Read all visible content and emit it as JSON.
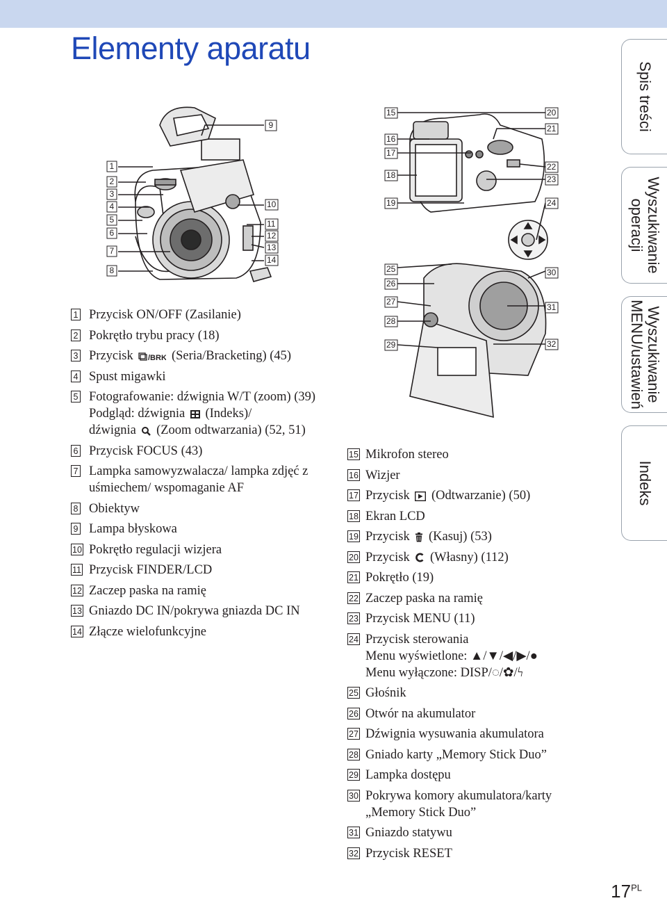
{
  "header": {
    "title": "Elementy aparatu"
  },
  "figure_labels_front": [
    "1",
    "2",
    "3",
    "4",
    "5",
    "6",
    "7",
    "8",
    "9",
    "10",
    "11",
    "12",
    "13",
    "14"
  ],
  "figure_labels_back": [
    "15",
    "16",
    "17",
    "18",
    "19",
    "20",
    "21",
    "22",
    "23",
    "24",
    "25",
    "26",
    "27",
    "28",
    "29",
    "30",
    "31",
    "32"
  ],
  "left_list": [
    {
      "num": "1",
      "text": "Przycisk ON/OFF (Zasilanie)"
    },
    {
      "num": "2",
      "text": "Pokrętło trybu pracy (18)"
    },
    {
      "num": "3",
      "text_before": "Przycisk",
      "text": "(Seria/Bracketing) (45)",
      "icon": "burst-bracket-icon"
    },
    {
      "num": "4",
      "text": "Spust migawki"
    },
    {
      "num": "5",
      "text": "Fotografowanie: dźwignia W/T (zoom) (39)",
      "line2_before": "Podgląd: dźwignia",
      "line2_after": "(Indeks)/",
      "line3_before": "dźwignia",
      "line3_after": "(Zoom odtwarzania) (52, 51)"
    },
    {
      "num": "6",
      "text": "Przycisk FOCUS (43)"
    },
    {
      "num": "7",
      "text": "Lampka samowyzwalacza/ lampka zdjęć z uśmiechem/ wspomaganie AF"
    },
    {
      "num": "8",
      "text": "Obiektyw"
    },
    {
      "num": "9",
      "text": "Lampa błyskowa"
    },
    {
      "num": "10",
      "text": "Pokrętło regulacji wizjera"
    },
    {
      "num": "11",
      "text": "Przycisk FINDER/LCD"
    },
    {
      "num": "12",
      "text": "Zaczep paska na ramię"
    },
    {
      "num": "13",
      "text": "Gniazdo DC IN/pokrywa gniazda DC IN"
    },
    {
      "num": "14",
      "text": "Złącze wielofunkcyjne"
    }
  ],
  "right_list": [
    {
      "num": "15",
      "text": "Mikrofon stereo"
    },
    {
      "num": "16",
      "text": "Wizjer"
    },
    {
      "num": "17",
      "text_before": "Przycisk",
      "text": "(Odtwarzanie) (50)",
      "icon": "playback-icon"
    },
    {
      "num": "18",
      "text": "Ekran LCD"
    },
    {
      "num": "19",
      "text_before": "Przycisk",
      "text": "(Kasuj) (53)",
      "icon": "trash-icon"
    },
    {
      "num": "20",
      "text_before": "Przycisk",
      "text": "(Własny) (112)",
      "icon": "custom-c-icon"
    },
    {
      "num": "21",
      "text": "Pokrętło (19)"
    },
    {
      "num": "22",
      "text": "Zaczep paska na ramię"
    },
    {
      "num": "23",
      "text": "Przycisk MENU (11)"
    },
    {
      "num": "24",
      "text": "Przycisk sterowania",
      "line2": "Menu wyświetlone: ▲/▼/◀/▶/●",
      "line3": "Menu wyłączone: DISP/◌/✿/ϟ"
    },
    {
      "num": "25",
      "text": "Głośnik"
    },
    {
      "num": "26",
      "text": "Otwór na akumulator"
    },
    {
      "num": "27",
      "text": "Dźwignia wysuwania akumulatora"
    },
    {
      "num": "28",
      "text": "Gniado karty „Memory Stick Duo”"
    },
    {
      "num": "29",
      "text": "Lampka dostępu"
    },
    {
      "num": "30",
      "text": "Pokrywa komory akumulatora/karty „Memory Stick Duo”"
    },
    {
      "num": "31",
      "text": "Gniazdo statywu"
    },
    {
      "num": "32",
      "text": "Przycisk RESET"
    }
  ],
  "side_tabs": [
    {
      "label": "Spis treści"
    },
    {
      "label": "Wyszukiwanie operacji"
    },
    {
      "label": "Wyszukiwanie MENU/ustawień"
    },
    {
      "label": "Indeks"
    }
  ],
  "footer": {
    "page": "17",
    "lang": "PL"
  },
  "colors": {
    "title": "#1f48b7",
    "topbar": "#c9d7ef",
    "text": "#231f20"
  }
}
